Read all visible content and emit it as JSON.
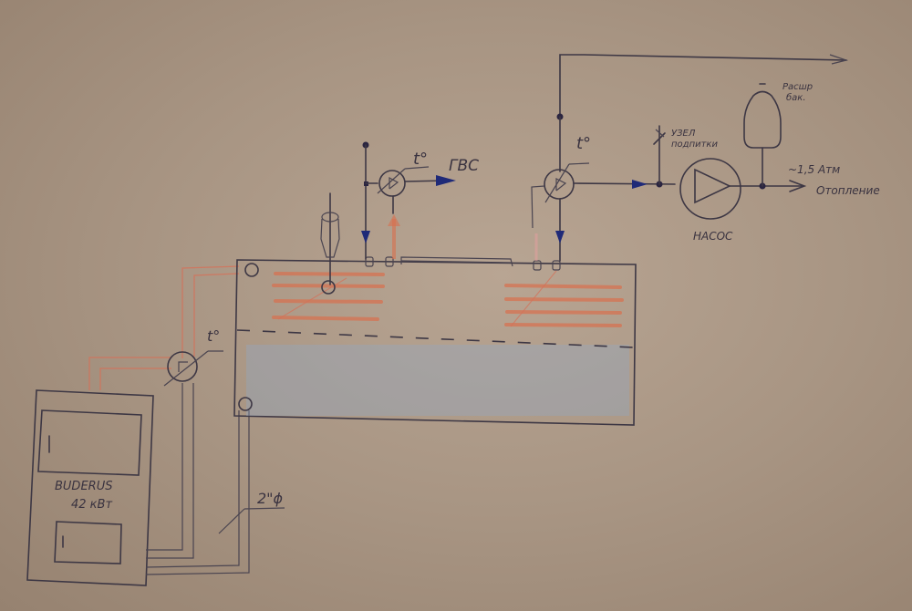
{
  "diagram": {
    "type": "hand-drawn heating system schematic",
    "boiler": {
      "brand": "BUDERUS",
      "power": "42 кВт"
    },
    "pipe_label": "2\"ϕ",
    "sensor_label": "t°",
    "hot_water_label": "ГВС",
    "makeup_node_label_line1": "УЗЕЛ",
    "makeup_node_label_line2": "подпитки",
    "pump_label": "НАСОС",
    "expansion_tank_label_line1": "Расшр",
    "expansion_tank_label_line2": "бак.",
    "pressure_label": "~1,5 Атм",
    "heating_output_label": "Отопление",
    "door_handle_mark": "I",
    "colors": {
      "paper": "#a89583",
      "ink": "#3d3744",
      "hot_pencil": "#d4725a",
      "cold_pencil": "#8fa8c8",
      "arrow_blue": "#1f2a78"
    }
  }
}
